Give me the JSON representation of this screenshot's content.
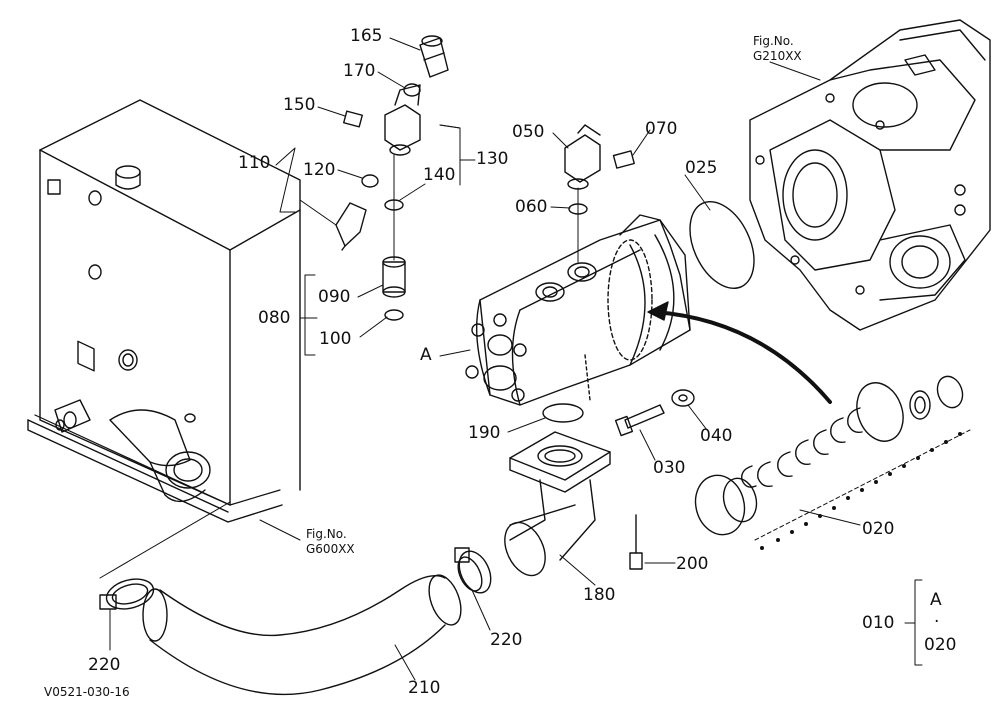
{
  "diagram": {
    "drawing_code": "V0521-030-16",
    "callouts": [
      {
        "id": "165",
        "text": "165"
      },
      {
        "id": "170",
        "text": "170"
      },
      {
        "id": "150",
        "text": "150"
      },
      {
        "id": "130",
        "text": "130"
      },
      {
        "id": "110",
        "text": "110"
      },
      {
        "id": "120",
        "text": "120"
      },
      {
        "id": "140",
        "text": "140"
      },
      {
        "id": "050",
        "text": "050"
      },
      {
        "id": "070",
        "text": "070"
      },
      {
        "id": "025",
        "text": "025"
      },
      {
        "id": "060",
        "text": "060"
      },
      {
        "id": "080",
        "text": "080"
      },
      {
        "id": "090",
        "text": "090"
      },
      {
        "id": "100",
        "text": "100"
      },
      {
        "id": "A",
        "text": "A"
      },
      {
        "id": "190",
        "text": "190"
      },
      {
        "id": "040",
        "text": "040"
      },
      {
        "id": "030",
        "text": "030"
      },
      {
        "id": "020",
        "text": "020"
      },
      {
        "id": "200",
        "text": "200"
      },
      {
        "id": "180",
        "text": "180"
      },
      {
        "id": "220a",
        "text": "220"
      },
      {
        "id": "220b",
        "text": "220"
      },
      {
        "id": "210",
        "text": "210"
      },
      {
        "id": "010",
        "text": "010"
      }
    ],
    "fig_refs": [
      {
        "line1": "Fig.No.",
        "line2": "G210XX"
      },
      {
        "line1": "Fig.No.",
        "line2": "G600XX"
      }
    ],
    "range_note": {
      "from": "A",
      "dot": "·",
      "to": "020"
    }
  }
}
